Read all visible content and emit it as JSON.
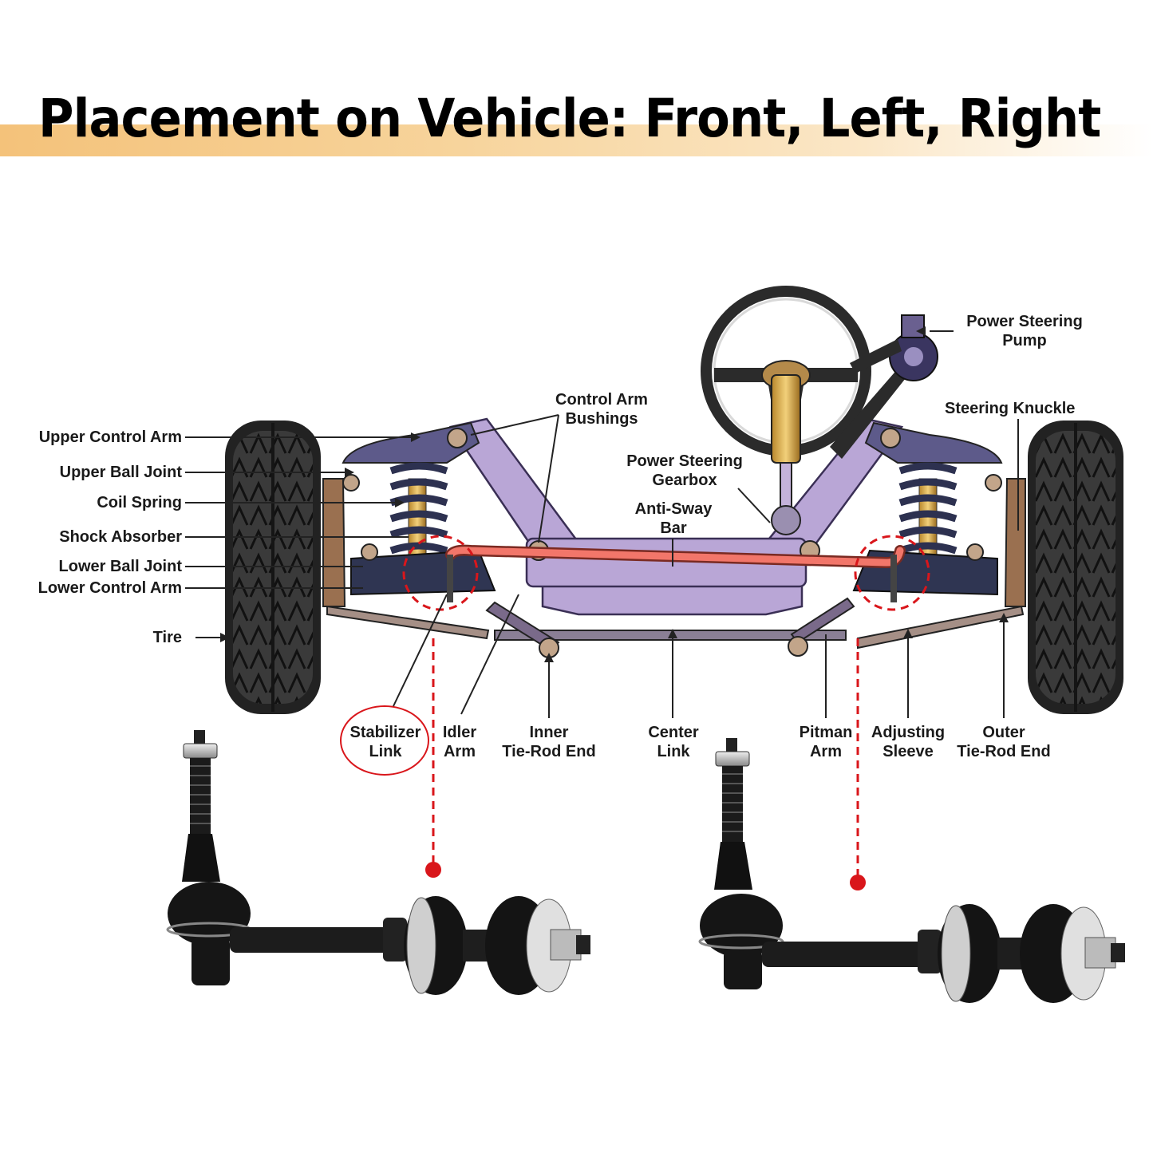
{
  "title": "Placement on Vehicle: Front, Left, Right",
  "labels": {
    "upper_control_arm": "Upper Control Arm",
    "upper_ball_joint": "Upper Ball Joint",
    "coil_spring": "Coil Spring",
    "shock_absorber": "Shock Absorber",
    "lower_ball_joint": "Lower Ball Joint",
    "lower_control_arm": "Lower Control Arm",
    "tire": "Tire",
    "control_arm_bushings_1": "Control Arm",
    "control_arm_bushings_2": "Bushings",
    "power_steering_gearbox_1": "Power Steering",
    "power_steering_gearbox_2": "Gearbox",
    "anti_sway_bar_1": "Anti-Sway",
    "anti_sway_bar_2": "Bar",
    "power_steering_pump_1": "Power Steering",
    "power_steering_pump_2": "Pump",
    "steering_knuckle": "Steering Knuckle",
    "stabilizer_link_1": "Stabilizer",
    "stabilizer_link_2": "Link",
    "idler_arm_1": "Idler",
    "idler_arm_2": "Arm",
    "inner_tie_rod_1": "Inner",
    "inner_tie_rod_2": "Tie-Rod End",
    "center_link_1": "Center",
    "center_link_2": "Link",
    "pitman_arm_1": "Pitman",
    "pitman_arm_2": "Arm",
    "adjusting_sleeve_1": "Adjusting",
    "adjusting_sleeve_2": "Sleeve",
    "outer_tie_rod_1": "Outer",
    "outer_tie_rod_2": "Tie-Rod End"
  },
  "colors": {
    "banner": "#f4c27a",
    "frame": "#b9a6d6",
    "sway_bar": "#f2766a",
    "marker": "#d9161b",
    "tire": "#333333"
  }
}
